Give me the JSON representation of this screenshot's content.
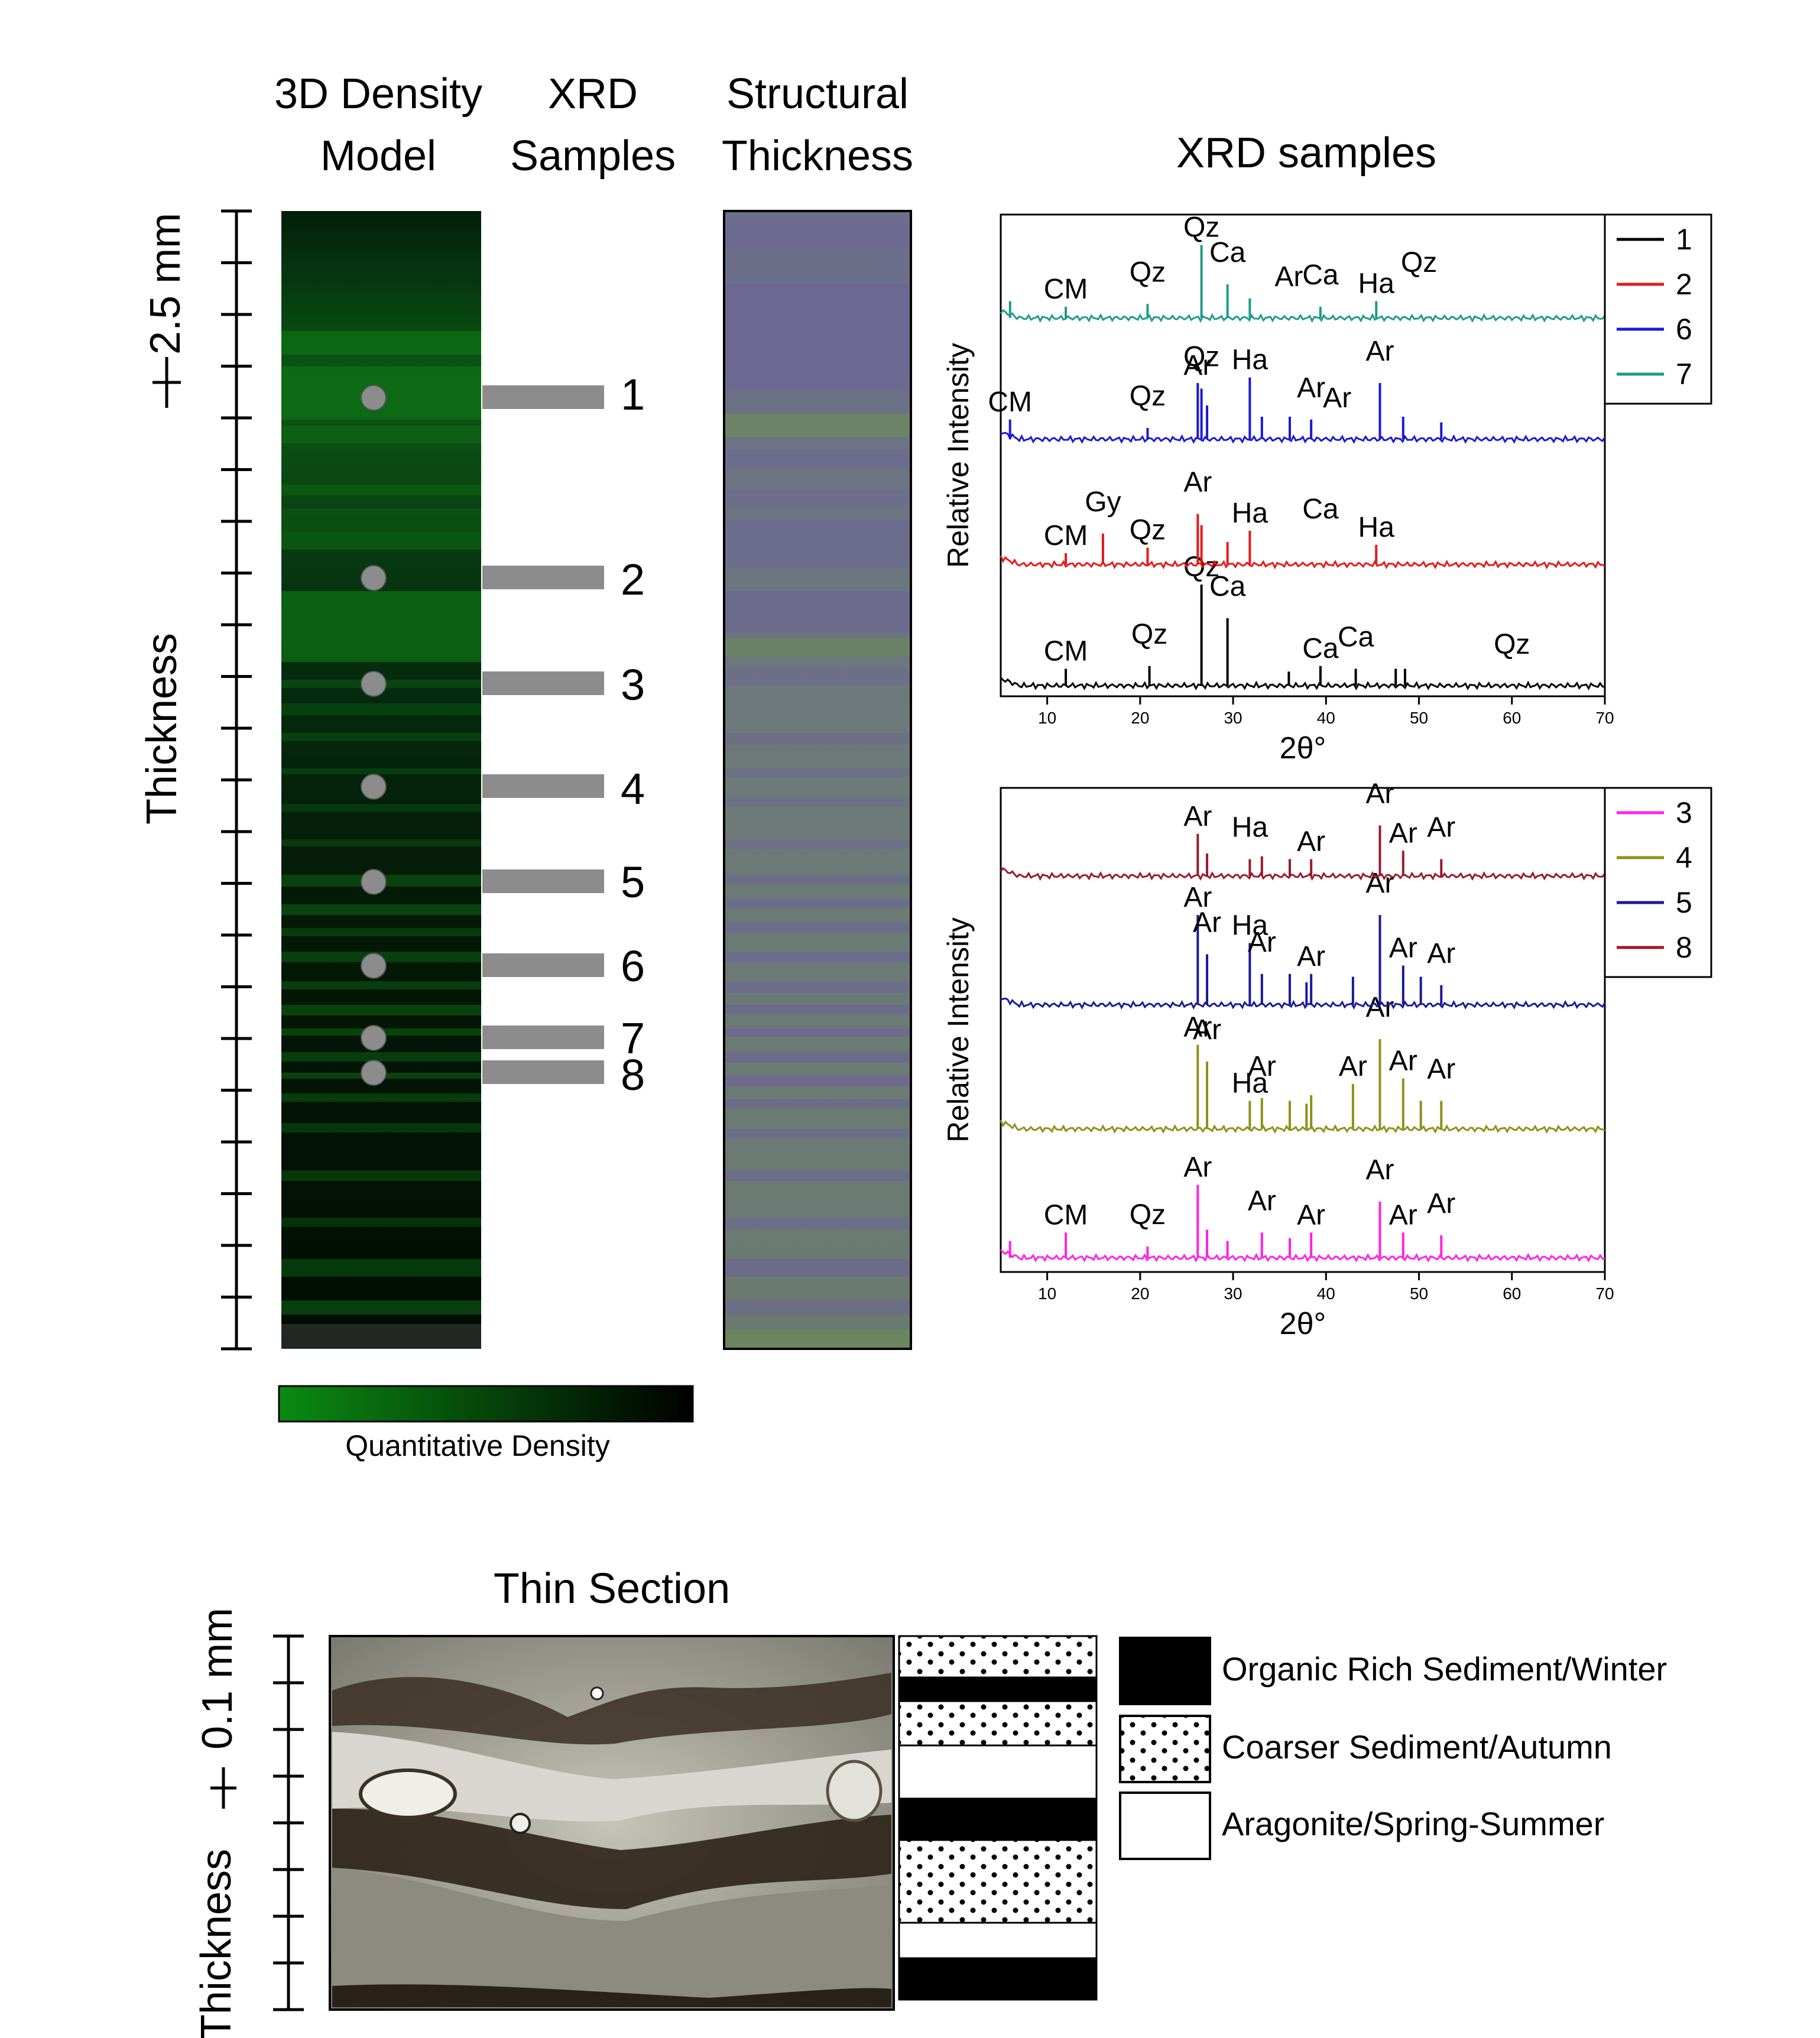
{
  "headers": {
    "density_line1": "3D Density",
    "density_line2": "Model",
    "xrd_line1": "XRD",
    "xrd_line2": "Samples",
    "struct_line1": "Structural",
    "struct_line2": "Thickness",
    "xrd_panel_title": "XRD samples"
  },
  "left_scale": {
    "label": "Thickness",
    "scale_bar": "2.5 mm"
  },
  "samples": [
    "1",
    "2",
    "3",
    "4",
    "5",
    "6",
    "7",
    "8"
  ],
  "colorbar": {
    "label": "Quantitative Density",
    "from_color": "#0b8a12",
    "to_color": "#000000"
  },
  "colors": {
    "density_green": "#0e7a14",
    "structural_purple": "#6d6596",
    "structural_green": "#6c8a5a",
    "marker_grey": "#8c8c8c"
  },
  "chart_data": [
    {
      "type": "line",
      "xlabel": "2θ°",
      "ylabel": "Relative Intensity",
      "xlim": [
        5,
        70
      ],
      "xticks": [
        10,
        20,
        30,
        40,
        50,
        60,
        70
      ],
      "legend_position": "right",
      "series": [
        {
          "name": "1",
          "color": "#000000",
          "peaks": [
            [
              12,
              0.3
            ],
            [
              21,
              0.35
            ],
            [
              26.6,
              1.8
            ],
            [
              29.4,
              1.2
            ],
            [
              36,
              0.25
            ],
            [
              39.4,
              0.35
            ],
            [
              43.2,
              0.3
            ],
            [
              47.5,
              0.3
            ],
            [
              48.5,
              0.3
            ]
          ],
          "annotations": [
            [
              "CM",
              12
            ],
            [
              "Qz",
              21
            ],
            [
              "Qz",
              26.6
            ],
            [
              "Ca",
              29.4
            ],
            [
              "Ca",
              39.4
            ],
            [
              "Ca",
              43.2
            ],
            [
              "Qz",
              60
            ]
          ]
        },
        {
          "name": "2",
          "color": "#e31a1c",
          "peaks": [
            [
              12,
              0.2
            ],
            [
              16,
              0.55
            ],
            [
              20.8,
              0.3
            ],
            [
              26.2,
              0.9
            ],
            [
              26.6,
              0.7
            ],
            [
              29.4,
              0.4
            ],
            [
              31.8,
              0.6
            ],
            [
              45.4,
              0.35
            ]
          ],
          "annotations": [
            [
              "CM",
              12
            ],
            [
              "Gy",
              16
            ],
            [
              "Qz",
              20.8
            ],
            [
              "Ar",
              26.2
            ],
            [
              "Ha",
              31.8
            ],
            [
              "Ca",
              39.4
            ],
            [
              "Ha",
              45.4
            ]
          ]
        },
        {
          "name": "6",
          "color": "#1a1ad4",
          "peaks": [
            [
              6,
              0.35
            ],
            [
              20.8,
              0.2
            ],
            [
              26.2,
              1.0
            ],
            [
              26.6,
              0.9
            ],
            [
              27.2,
              0.6
            ],
            [
              31.8,
              1.1
            ],
            [
              33.1,
              0.4
            ],
            [
              36.1,
              0.4
            ],
            [
              38.4,
              0.35
            ],
            [
              45.8,
              1.0
            ],
            [
              48.3,
              0.4
            ],
            [
              52.4,
              0.3
            ]
          ],
          "annotations": [
            [
              "CM",
              6
            ],
            [
              "Qz",
              20.8
            ],
            [
              "Ar",
              26.2
            ],
            [
              "Qz",
              26.6
            ],
            [
              "Ha",
              31.8
            ],
            [
              "Ar",
              38.4
            ],
            [
              "Ar",
              41.2
            ],
            [
              "Ar",
              45.8
            ]
          ]
        },
        {
          "name": "7",
          "color": "#1f9a8a",
          "peaks": [
            [
              6,
              0.3
            ],
            [
              12,
              0.2
            ],
            [
              20.8,
              0.25
            ],
            [
              26.6,
              1.3
            ],
            [
              29.4,
              0.6
            ],
            [
              31.8,
              0.35
            ],
            [
              39.4,
              0.2
            ],
            [
              45.4,
              0.3
            ]
          ],
          "annotations": [
            [
              "CM",
              12
            ],
            [
              "Qz",
              20.8
            ],
            [
              "Qz",
              26.6
            ],
            [
              "Ca",
              29.4
            ],
            [
              "Ar",
              36
            ],
            [
              "Ca",
              39.4
            ],
            [
              "Ha",
              45.4
            ],
            [
              "Qz",
              50
            ]
          ]
        }
      ]
    },
    {
      "type": "line",
      "xlabel": "2θ°",
      "ylabel": "Relative Intensity",
      "xlim": [
        5,
        70
      ],
      "xticks": [
        10,
        20,
        30,
        40,
        50,
        60,
        70
      ],
      "legend_position": "right",
      "series": [
        {
          "name": "3",
          "color": "#ff22e6",
          "peaks": [
            [
              6,
              0.3
            ],
            [
              12,
              0.45
            ],
            [
              20.8,
              0.2
            ],
            [
              26.2,
              1.3
            ],
            [
              27.2,
              0.5
            ],
            [
              29.4,
              0.3
            ],
            [
              33.1,
              0.45
            ],
            [
              36.1,
              0.35
            ],
            [
              38.4,
              0.45
            ],
            [
              45.8,
              1.0
            ],
            [
              48.3,
              0.45
            ],
            [
              52.4,
              0.4
            ]
          ],
          "annotations": [
            [
              "CM",
              12
            ],
            [
              "Qz",
              20.8
            ],
            [
              "Ar",
              26.2
            ],
            [
              "Ar",
              33.1
            ],
            [
              "Ar",
              38.4
            ],
            [
              "Ar",
              45.8
            ],
            [
              "Ar",
              48.3
            ],
            [
              "Ar",
              52.4
            ]
          ]
        },
        {
          "name": "4",
          "color": "#8f8f1a",
          "peaks": [
            [
              26.2,
              1.5
            ],
            [
              27.2,
              1.2
            ],
            [
              31.8,
              0.5
            ],
            [
              33.1,
              0.55
            ],
            [
              36.1,
              0.5
            ],
            [
              37.9,
              0.45
            ],
            [
              38.4,
              0.6
            ],
            [
              42.9,
              0.8
            ],
            [
              45.8,
              1.6
            ],
            [
              48.3,
              0.9
            ],
            [
              50.2,
              0.5
            ],
            [
              52.4,
              0.5
            ]
          ],
          "annotations": [
            [
              "Ar",
              26.2
            ],
            [
              "Ar",
              27.2
            ],
            [
              "Ha",
              31.8
            ],
            [
              "Ar",
              33.1
            ],
            [
              "Ar",
              42.9
            ],
            [
              "Ar",
              45.8
            ],
            [
              "Ar",
              48.3
            ],
            [
              "Ar",
              52.4
            ]
          ]
        },
        {
          "name": "5",
          "color": "#1a1a9a",
          "peaks": [
            [
              26.2,
              1.6
            ],
            [
              27.2,
              0.9
            ],
            [
              31.8,
              1.1
            ],
            [
              33.1,
              0.55
            ],
            [
              36.1,
              0.55
            ],
            [
              37.9,
              0.4
            ],
            [
              38.4,
              0.55
            ],
            [
              42.9,
              0.5
            ],
            [
              45.8,
              1.6
            ],
            [
              48.3,
              0.7
            ],
            [
              50.2,
              0.5
            ],
            [
              52.4,
              0.35
            ]
          ],
          "annotations": [
            [
              "Ar",
              26.2
            ],
            [
              "Ar",
              27.2
            ],
            [
              "Ha",
              31.8
            ],
            [
              "Ar",
              33.1
            ],
            [
              "Ar",
              38.4
            ],
            [
              "Ar",
              45.8
            ],
            [
              "Ar",
              48.3
            ],
            [
              "Ar",
              52.4
            ]
          ]
        },
        {
          "name": "8",
          "color": "#9a1a2a",
          "peaks": [
            [
              26.2,
              0.75
            ],
            [
              27.2,
              0.4
            ],
            [
              31.8,
              0.3
            ],
            [
              33.1,
              0.35
            ],
            [
              36.1,
              0.3
            ],
            [
              38.4,
              0.3
            ],
            [
              45.8,
              0.9
            ],
            [
              48.3,
              0.45
            ],
            [
              52.4,
              0.3
            ]
          ],
          "annotations": [
            [
              "Ar",
              26.2
            ],
            [
              "Ha",
              31.8
            ],
            [
              "Ar",
              38.4
            ],
            [
              "Ar",
              45.8
            ],
            [
              "Ar",
              48.3
            ],
            [
              "Ar",
              52.4
            ]
          ]
        }
      ]
    }
  ],
  "thin_section": {
    "title": "Thin Section",
    "scale_label": "Thickness",
    "scale_bar": "0.1 mm",
    "column_layers": [
      "coarse",
      "organic",
      "coarse",
      "aragonite",
      "organic",
      "coarse",
      "aragonite",
      "organic"
    ]
  },
  "legend": [
    {
      "pattern": "organic",
      "label": "Organic Rich Sediment/Winter"
    },
    {
      "pattern": "coarse",
      "label": "Coarser Sediment/Autumn"
    },
    {
      "pattern": "aragonite",
      "label": "Aragonite/Spring-Summer"
    }
  ]
}
